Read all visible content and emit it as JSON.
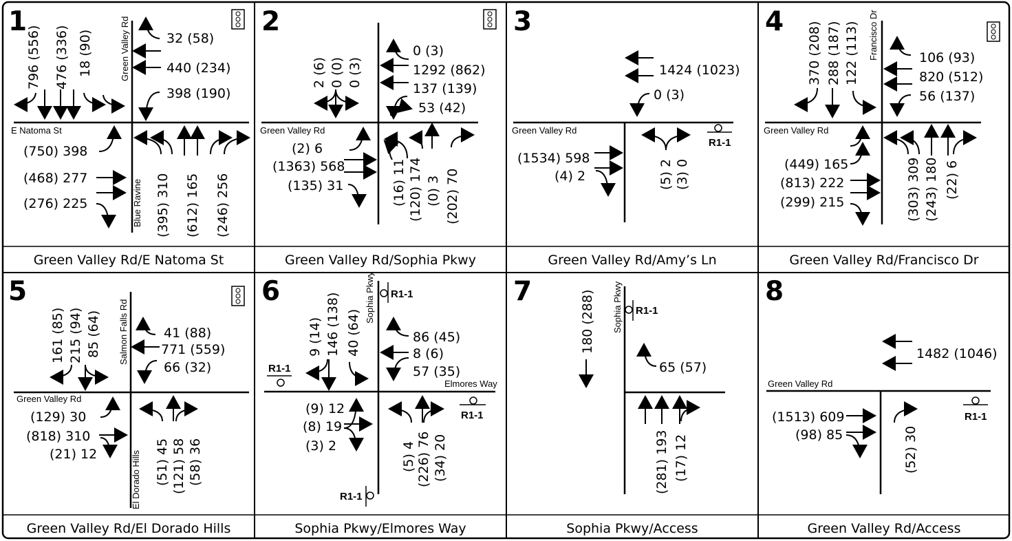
{
  "panels": [
    {
      "number": "1",
      "caption": "Green Valley Rd/E Natoma St",
      "signal": true,
      "streets": [
        "Green Valley Rd",
        "E Natoma St",
        "Blue Ravine"
      ],
      "volumes": {
        "sb": [
          "796 (556)",
          "476 (336)",
          "18 (90)"
        ],
        "wb": [
          "32 (58)",
          "440 (234)",
          "398 (190)"
        ],
        "eb": [
          "(750) 398",
          "(468) 277",
          "(276) 225"
        ],
        "nb": [
          "(395) 310",
          "(612) 165",
          "(246) 256"
        ]
      }
    },
    {
      "number": "2",
      "caption": "Green Valley Rd/Sophia Pkwy",
      "signal": true,
      "streets": [
        "Green Valley Rd"
      ],
      "volumes": {
        "sb": [
          "2 (6)",
          "0 (0)",
          "0 (3)"
        ],
        "wb": [
          "0 (3)",
          "1292 (862)",
          "137 (139)",
          "53 (42)"
        ],
        "eb": [
          "(2) 6",
          "(1363) 568",
          "(135) 31"
        ],
        "nb": [
          "(16) 11",
          "(120) 174",
          "(0) 3",
          "(202) 70"
        ]
      }
    },
    {
      "number": "3",
      "caption": "Green Valley Rd/Amy’s Ln",
      "signal": false,
      "sign": "R1-1",
      "streets": [
        "Green Valley Rd"
      ],
      "volumes": {
        "wb": [
          "1424 (1023)",
          "0 (3)"
        ],
        "eb": [
          "(1534) 598",
          "(4) 2"
        ],
        "nb": [
          "(5) 2",
          "(3) 0"
        ]
      }
    },
    {
      "number": "4",
      "caption": "Green Valley Rd/Francisco Dr",
      "signal": true,
      "streets": [
        "Francisco Dr",
        "Green Valley Rd"
      ],
      "volumes": {
        "sb": [
          "370 (208)",
          "288 (187)",
          "122 (113)"
        ],
        "wb": [
          "106 (93)",
          "820 (512)",
          "56 (137)"
        ],
        "eb": [
          "(449) 165",
          "(813) 222",
          "(299) 215"
        ],
        "nb": [
          "(303) 309",
          "(243) 180",
          "(22) 6"
        ]
      }
    },
    {
      "number": "5",
      "caption": "Green Valley Rd/El Dorado Hills",
      "signal": true,
      "streets": [
        "Salmon Falls Rd",
        "Green Valley Rd",
        "El Dorado Hills"
      ],
      "volumes": {
        "sb": [
          "161 (85)",
          "215 (94)",
          "85 (64)"
        ],
        "wb": [
          "41 (88)",
          "771 (559)",
          "66 (32)"
        ],
        "eb": [
          "(129) 30",
          "(818) 310",
          "(21) 12"
        ],
        "nb": [
          "(51) 45",
          "(121) 58",
          "(58) 36"
        ]
      }
    },
    {
      "number": "6",
      "caption": "Sophia Pkwy/Elmores Way",
      "signal": false,
      "sign": "R1-1",
      "streets": [
        "Sophia Pkwy",
        "Elmores Way"
      ],
      "volumes": {
        "sb": [
          "9 (14)",
          "146 (138)",
          "40 (64)"
        ],
        "wb": [
          "86 (45)",
          "8 (6)",
          "57 (35)"
        ],
        "eb": [
          "(9) 12",
          "(8) 19",
          "(3) 2"
        ],
        "nb": [
          "(5) 4",
          "(226) 76",
          "(34) 20"
        ]
      }
    },
    {
      "number": "7",
      "caption": "Sophia Pkwy/Access",
      "signal": false,
      "sign": "R1-1",
      "streets": [
        "Sophia Pkwy"
      ],
      "volumes": {
        "sb": [
          "180 (288)"
        ],
        "wb": [
          "65 (57)"
        ],
        "nb": [
          "(281) 193",
          "(17) 12"
        ]
      }
    },
    {
      "number": "8",
      "caption": "Green Valley Rd/Access",
      "signal": false,
      "sign": "R1-1",
      "streets": [
        "Green Valley Rd"
      ],
      "volumes": {
        "wb": [
          "1482 (1046)"
        ],
        "eb": [
          "(1513) 609",
          "(98) 85"
        ],
        "nb": [
          "(52) 30"
        ]
      }
    }
  ]
}
